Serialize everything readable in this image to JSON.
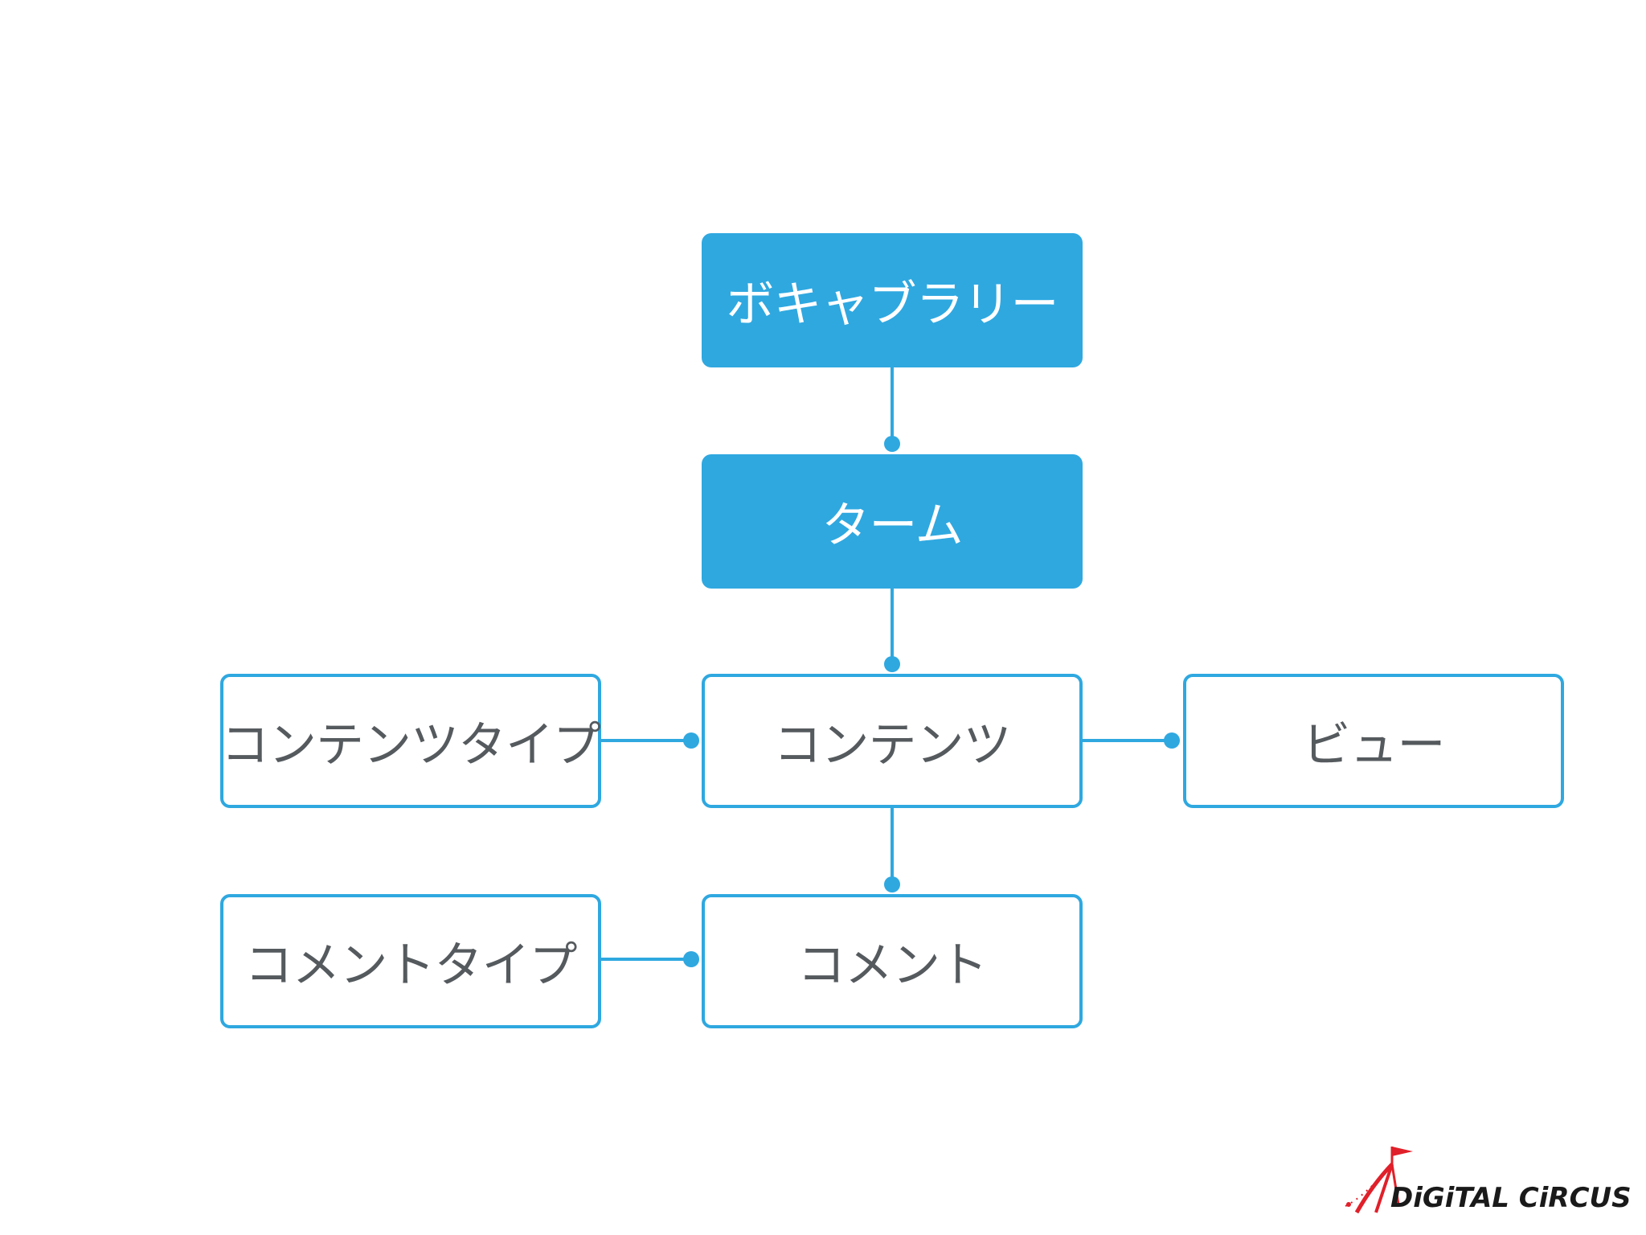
{
  "diagram": {
    "nodes": {
      "vocabulary": "ボキャブラリー",
      "term": "ターム",
      "content": "コンテンツ",
      "content_type": "コンテンツタイプ",
      "view": "ビュー",
      "comment": "コメント",
      "comment_type": "コメントタイプ"
    },
    "edges": [
      {
        "from": "vocabulary",
        "to": "term"
      },
      {
        "from": "term",
        "to": "content"
      },
      {
        "from": "content_type",
        "to": "content"
      },
      {
        "from": "content",
        "to": "view"
      },
      {
        "from": "content",
        "to": "comment"
      },
      {
        "from": "comment_type",
        "to": "comment"
      }
    ]
  },
  "logo": {
    "text": "DiGiTAL CiRCUS"
  },
  "colors": {
    "accent": "#2fa8e0",
    "node_text": "#555a5e",
    "logo_red": "#e0202a"
  }
}
